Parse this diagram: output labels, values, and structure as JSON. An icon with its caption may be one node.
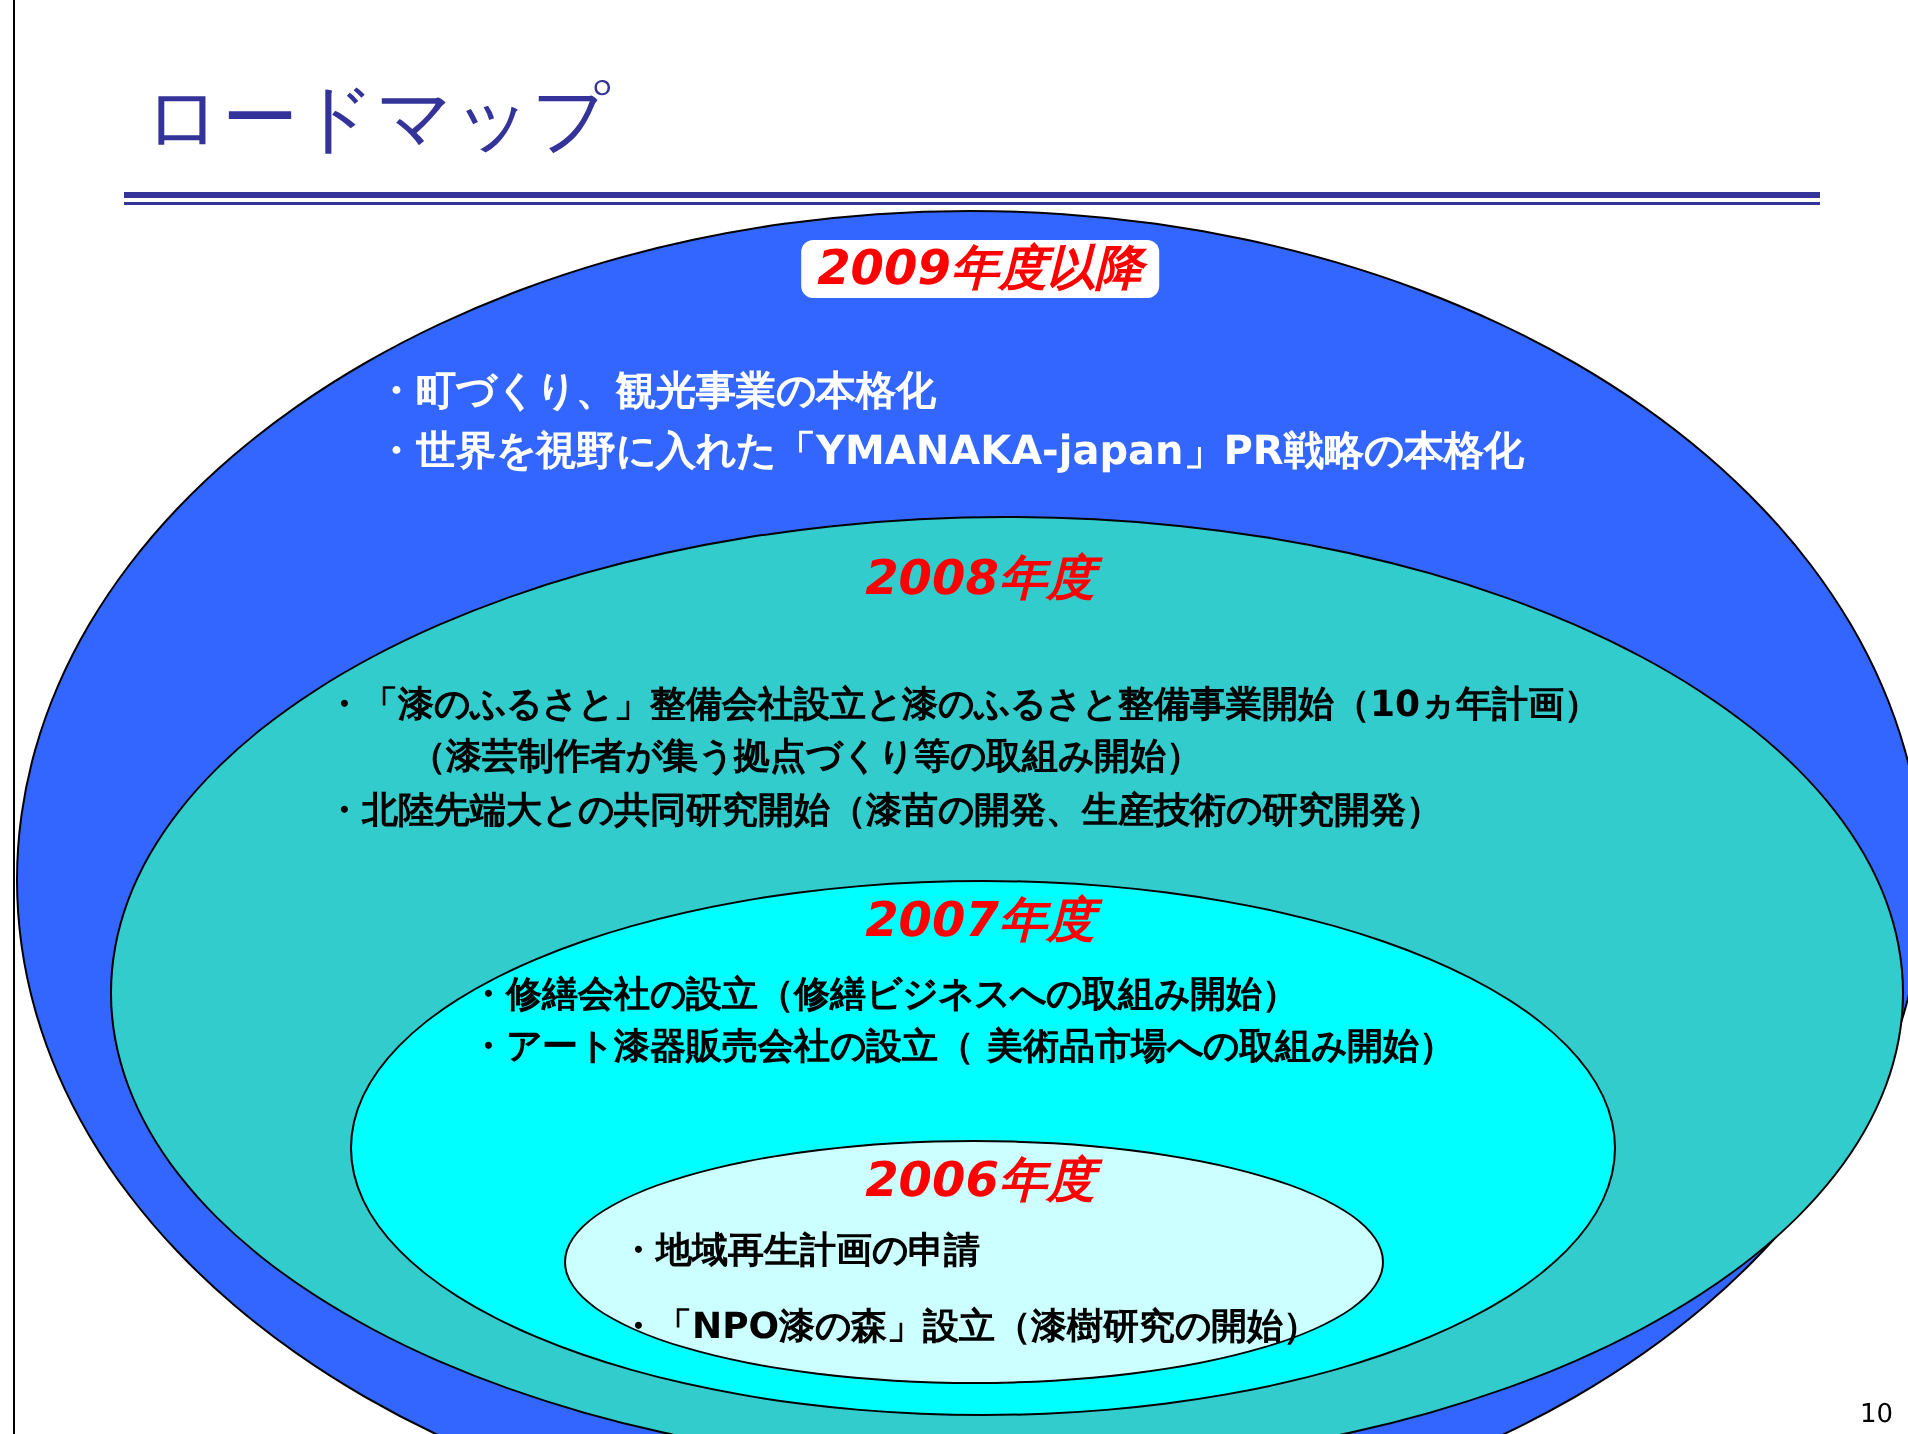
{
  "diagram": {
    "title": "ロードマップ",
    "nodes": [
      {
        "text": [
          "2009年度以降",
          "・町づくり、観光事業の本格化",
          "・世界を視野に入れた「YMANAKA-japan」PR戦略の本格化"
        ]
      },
      {
        "text": [
          "2008年度",
          "・「漆のふるさと」整備会社設立と漆のふるさと整備事業開始（10ヵ年計画）",
          "（漆芸制作者が集う拠点づくり等の取組み開始）",
          "・北陸先端大との共同研究開始（漆苗の開発、生産技術の研究開発）"
        ],
        "in": 0
      },
      {
        "text": [
          "2007年度",
          "・修繕会社の設立（修繕ビジネスへの取組み開始）",
          "・アート漆器販売会社の設立（ 美術品市場への取組み開始）"
        ],
        "in": 1
      },
      {
        "text": [
          "2006年度",
          "・地域再生計画の申請",
          "・「NPO漆の森」設立（漆樹研究の開始）"
        ],
        "in": 2
      }
    ],
    "labels": [
      "10"
    ]
  }
}
